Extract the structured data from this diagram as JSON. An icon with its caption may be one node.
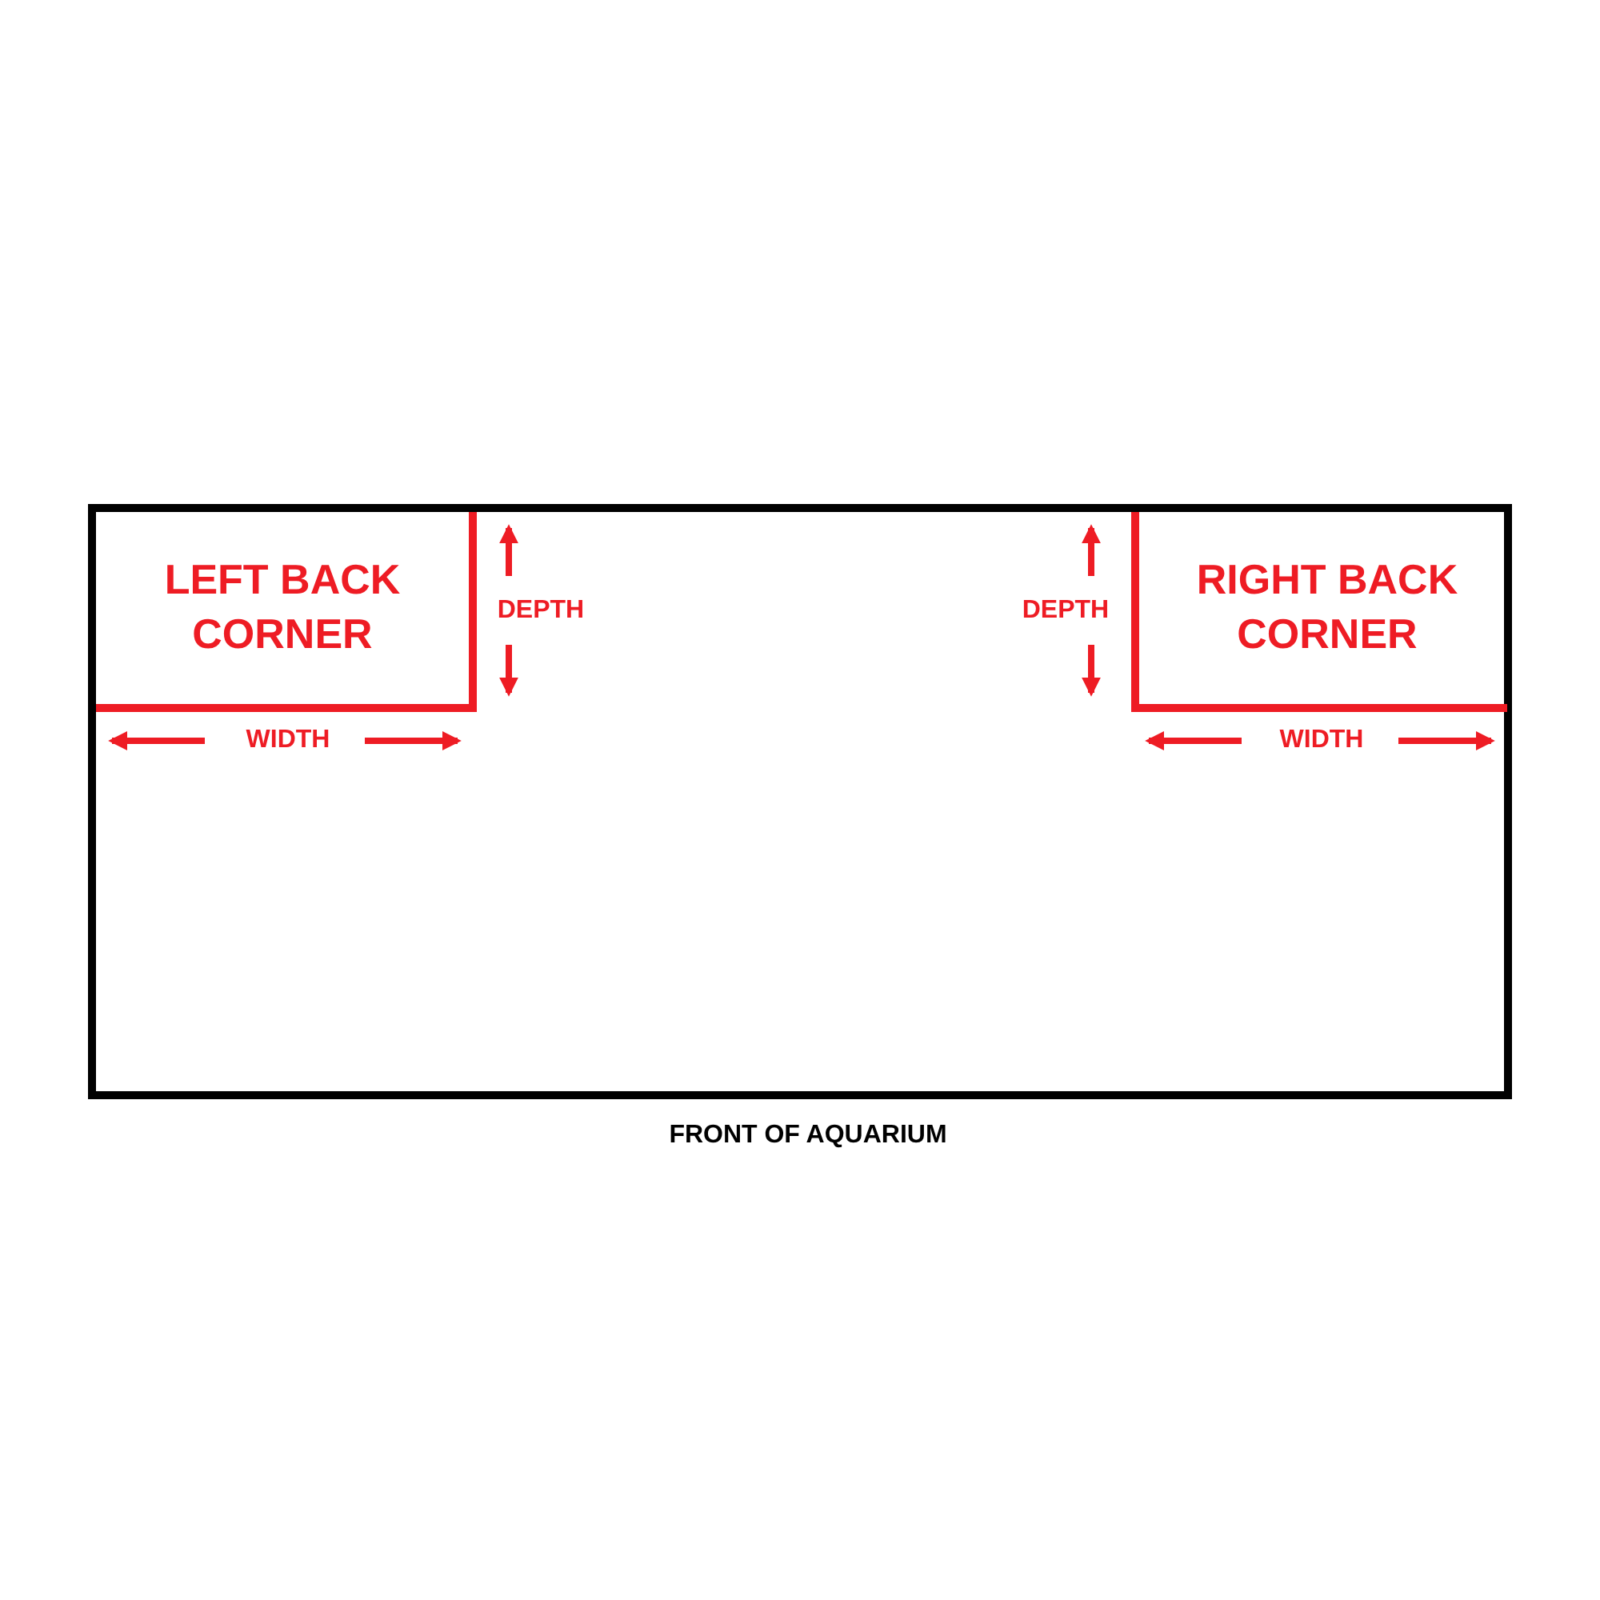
{
  "diagram": {
    "nodes": [
      {
        "text": [
          "FRONT OF AQUARIUM"
        ]
      },
      {
        "text": [
          "LEFT BACK CORNER"
        ],
        "in": 0
      },
      {
        "text": [
          "RIGHT BACK CORNER"
        ],
        "in": 0
      }
    ],
    "labels": [
      "DEPTH",
      "DEPTH",
      "WIDTH",
      "WIDTH"
    ]
  }
}
